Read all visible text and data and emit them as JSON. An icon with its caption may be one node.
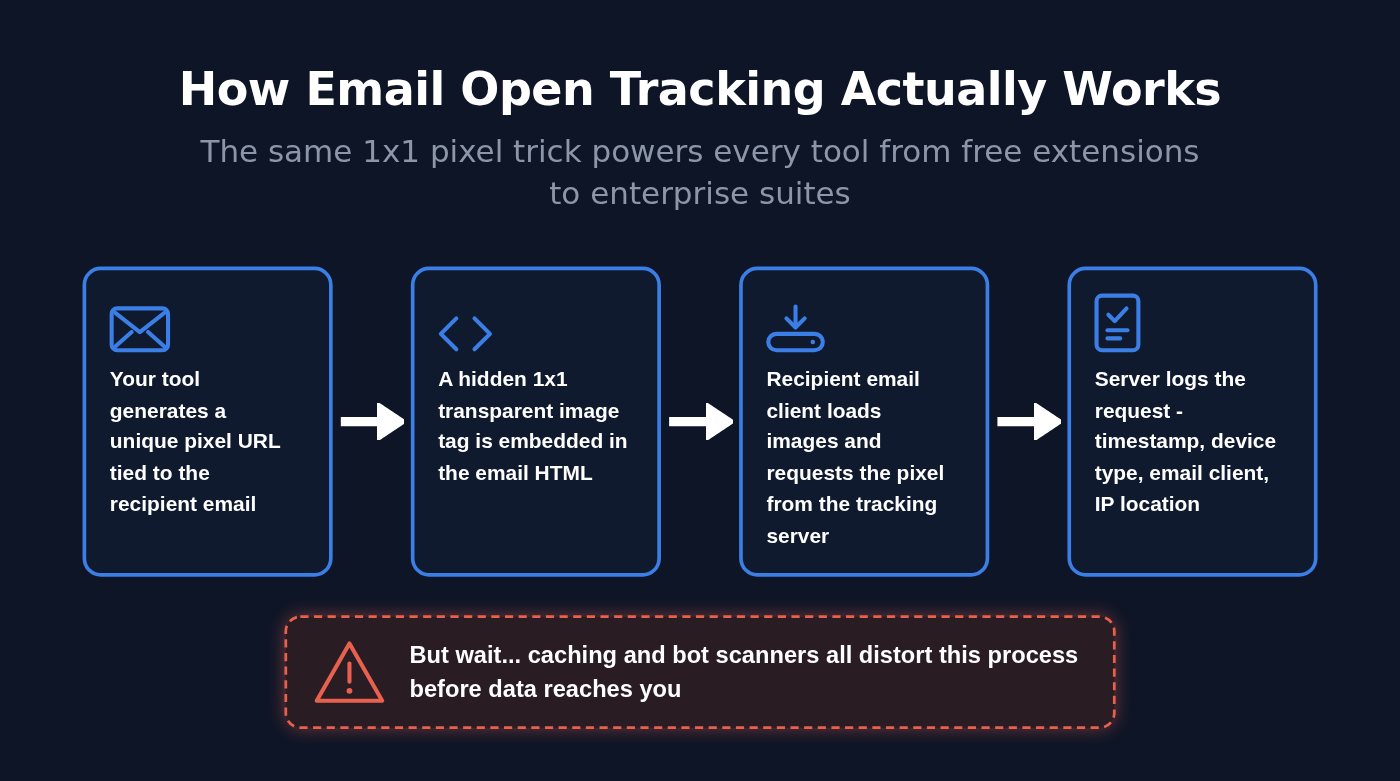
{
  "diagram": {
    "title": "How Email Open Tracking Actually Works",
    "nodes": [
      {
        "text": [
          "Your tool generates a unique pixel URL tied to the recipient email"
        ]
      },
      {
        "text": [
          "A hidden 1x1 transparent image tag is embedded in the email HTML"
        ]
      },
      {
        "text": [
          "Recipient email client loads images and requests the pixel from the tracking server"
        ]
      },
      {
        "text": [
          "Server logs the request - timestamp, device type, email client, IP location"
        ]
      },
      {
        "text": [
          "But wait... caching and bot scanners all distort this process before data reaches you"
        ]
      }
    ],
    "edges": [
      {
        "from": 0,
        "to": 1,
        "arrow": "to"
      },
      {
        "from": 1,
        "to": 2,
        "arrow": "to"
      },
      {
        "from": 2,
        "to": 3,
        "arrow": "to"
      }
    ],
    "labels": [
      "The same 1x1 pixel trick powers every tool from free extensions to enterprise suites"
    ]
  }
}
